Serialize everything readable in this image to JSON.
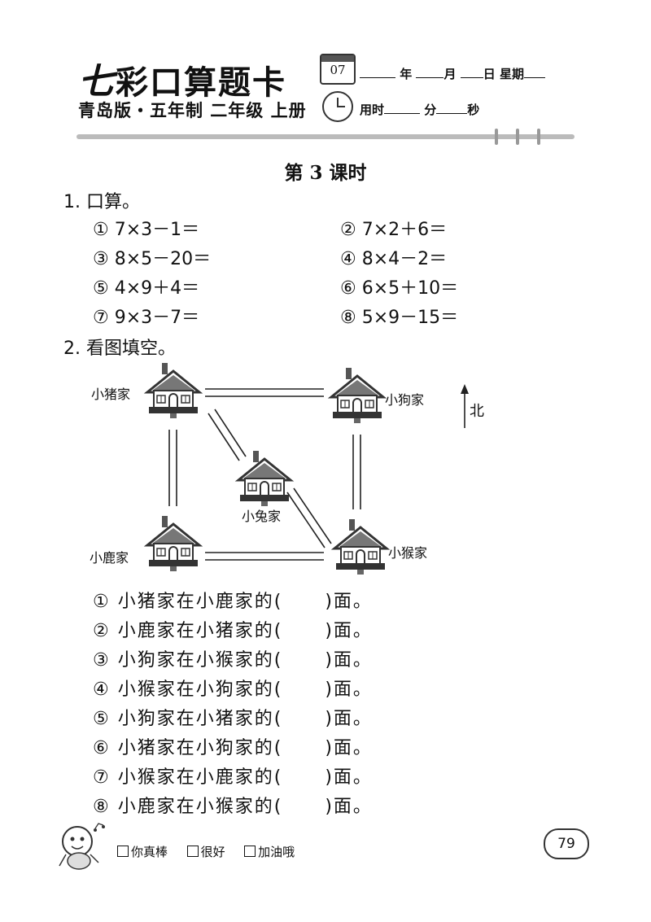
{
  "header": {
    "brand_first": "七",
    "brand_rest": "彩口算题卡",
    "subtitle": "青岛版・五年制 二年级 上册",
    "calendar_day": "07",
    "date_year": "年",
    "date_month": "月",
    "date_day": "日",
    "date_weekday": "星期",
    "time_label": "用时",
    "time_min": "分",
    "time_sec": "秒"
  },
  "lesson_title": "第 3 课时",
  "section1": {
    "title": "1. 口算。",
    "items": [
      "① 7×3－1＝",
      "② 7×2＋6＝",
      "③ 8×5－20＝",
      "④ 8×4－2＝",
      "⑤ 4×9＋4＝",
      "⑥ 6×5＋10＝",
      "⑦ 9×3－7＝",
      "⑧ 5×9－15＝"
    ]
  },
  "section2": {
    "title": "2. 看图填空。",
    "map": {
      "pig": "小猪家",
      "dog": "小狗家",
      "rabbit": "小兔家",
      "deer": "小鹿家",
      "monkey": "小猴家",
      "north": "北"
    },
    "questions": [
      {
        "num": "①",
        "text": "小猪家在小鹿家的(",
        "end": ")面。"
      },
      {
        "num": "②",
        "text": "小鹿家在小猪家的(",
        "end": ")面。"
      },
      {
        "num": "③",
        "text": "小狗家在小猴家的(",
        "end": ")面。"
      },
      {
        "num": "④",
        "text": "小猴家在小狗家的(",
        "end": ")面。"
      },
      {
        "num": "⑤",
        "text": "小狗家在小猪家的(",
        "end": ")面。"
      },
      {
        "num": "⑥",
        "text": "小猪家在小狗家的(",
        "end": ")面。"
      },
      {
        "num": "⑦",
        "text": "小猴家在小鹿家的(",
        "end": ")面。"
      },
      {
        "num": "⑧",
        "text": "小鹿家在小猴家的(",
        "end": ")面。"
      }
    ]
  },
  "footer": {
    "rating1": "你真棒",
    "rating2": "很好",
    "rating3": "加油哦",
    "page": "79"
  }
}
